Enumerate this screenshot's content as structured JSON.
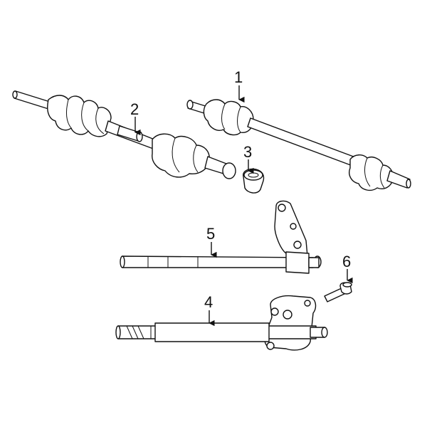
{
  "diagram": {
    "callouts": [
      {
        "id": "1",
        "label": "1"
      },
      {
        "id": "2",
        "label": "2"
      },
      {
        "id": "3",
        "label": "3"
      },
      {
        "id": "4",
        "label": "4"
      },
      {
        "id": "5",
        "label": "5"
      },
      {
        "id": "6",
        "label": "6"
      }
    ]
  },
  "colors": {
    "line": "#111111",
    "background": "#ffffff"
  }
}
